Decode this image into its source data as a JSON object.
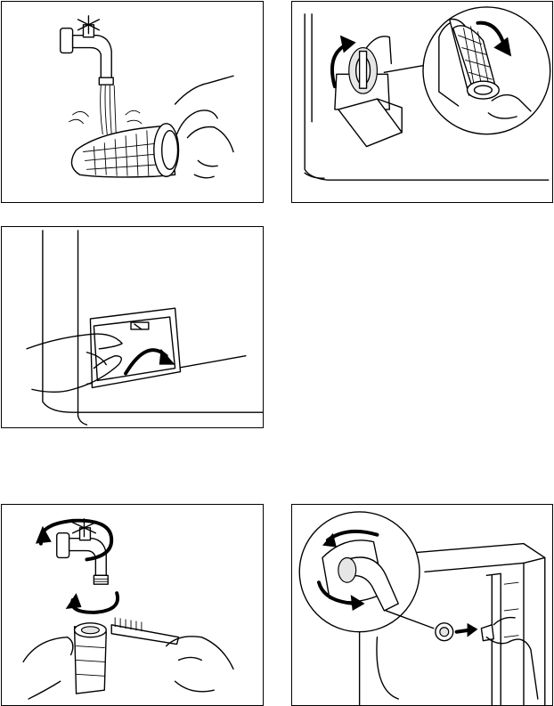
{
  "document": {
    "panels": [
      {
        "id": "p1",
        "illustration": "rinse-filter-under-tap"
      },
      {
        "id": "p2",
        "illustration": "reinsert-drain-filter"
      },
      {
        "id": "p3",
        "illustration": "close-filter-flap"
      },
      {
        "id": "p4",
        "illustration": "clean-tap-inlet-with-brush"
      },
      {
        "id": "p5",
        "illustration": "clean-inlet-hose-filter"
      }
    ]
  }
}
